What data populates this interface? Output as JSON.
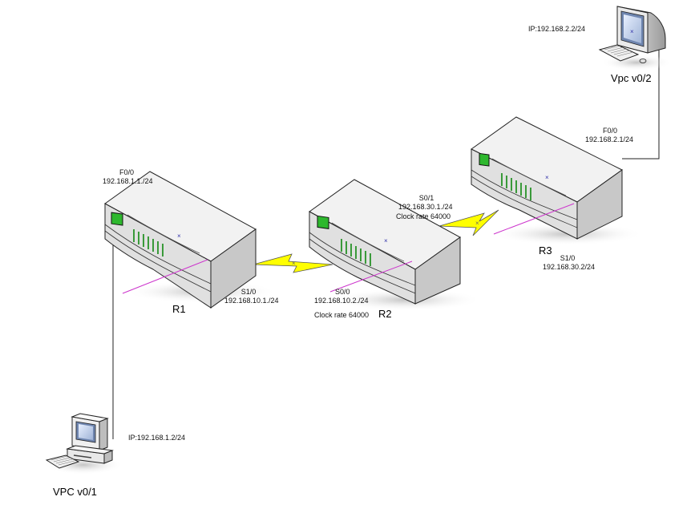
{
  "devices": {
    "r1": {
      "name": "R1"
    },
    "r2": {
      "name": "R2"
    },
    "r3": {
      "name": "R3"
    },
    "vpc1": {
      "name": "VPC v0/1",
      "ip": "IP:192.168.1.2/24"
    },
    "vpc2": {
      "name": "Vpc v0/2",
      "ip": "IP:192.168.2.2/24"
    }
  },
  "interfaces": {
    "r1_f00": {
      "name": "F0/0",
      "ip": "192.168.1.1./24"
    },
    "r1_s10": {
      "name": "S1/0",
      "ip": "192.168.10.1./24"
    },
    "r2_s00": {
      "name": "S0/0",
      "ip": "192.168.10.2./24",
      "clock": "Clock rate 64000"
    },
    "r2_s01": {
      "name": "S0/1",
      "ip": "192.168.30.1./24",
      "clock": "Clock rate 64000"
    },
    "r3_f00": {
      "name": "F0/0",
      "ip": "192.168.2.1/24"
    },
    "r3_s10": {
      "name": "S1/0",
      "ip": "192.168.30.2/24"
    }
  },
  "colors": {
    "router_top": "#f2f2f2",
    "router_front": "#e0e0e0",
    "router_side": "#c8c8c8",
    "router_outline": "#222222",
    "led": "#2eb82e",
    "fins": "#3a9a3a",
    "serial_link": "#ffff00",
    "axis_line": "#cc33cc"
  }
}
